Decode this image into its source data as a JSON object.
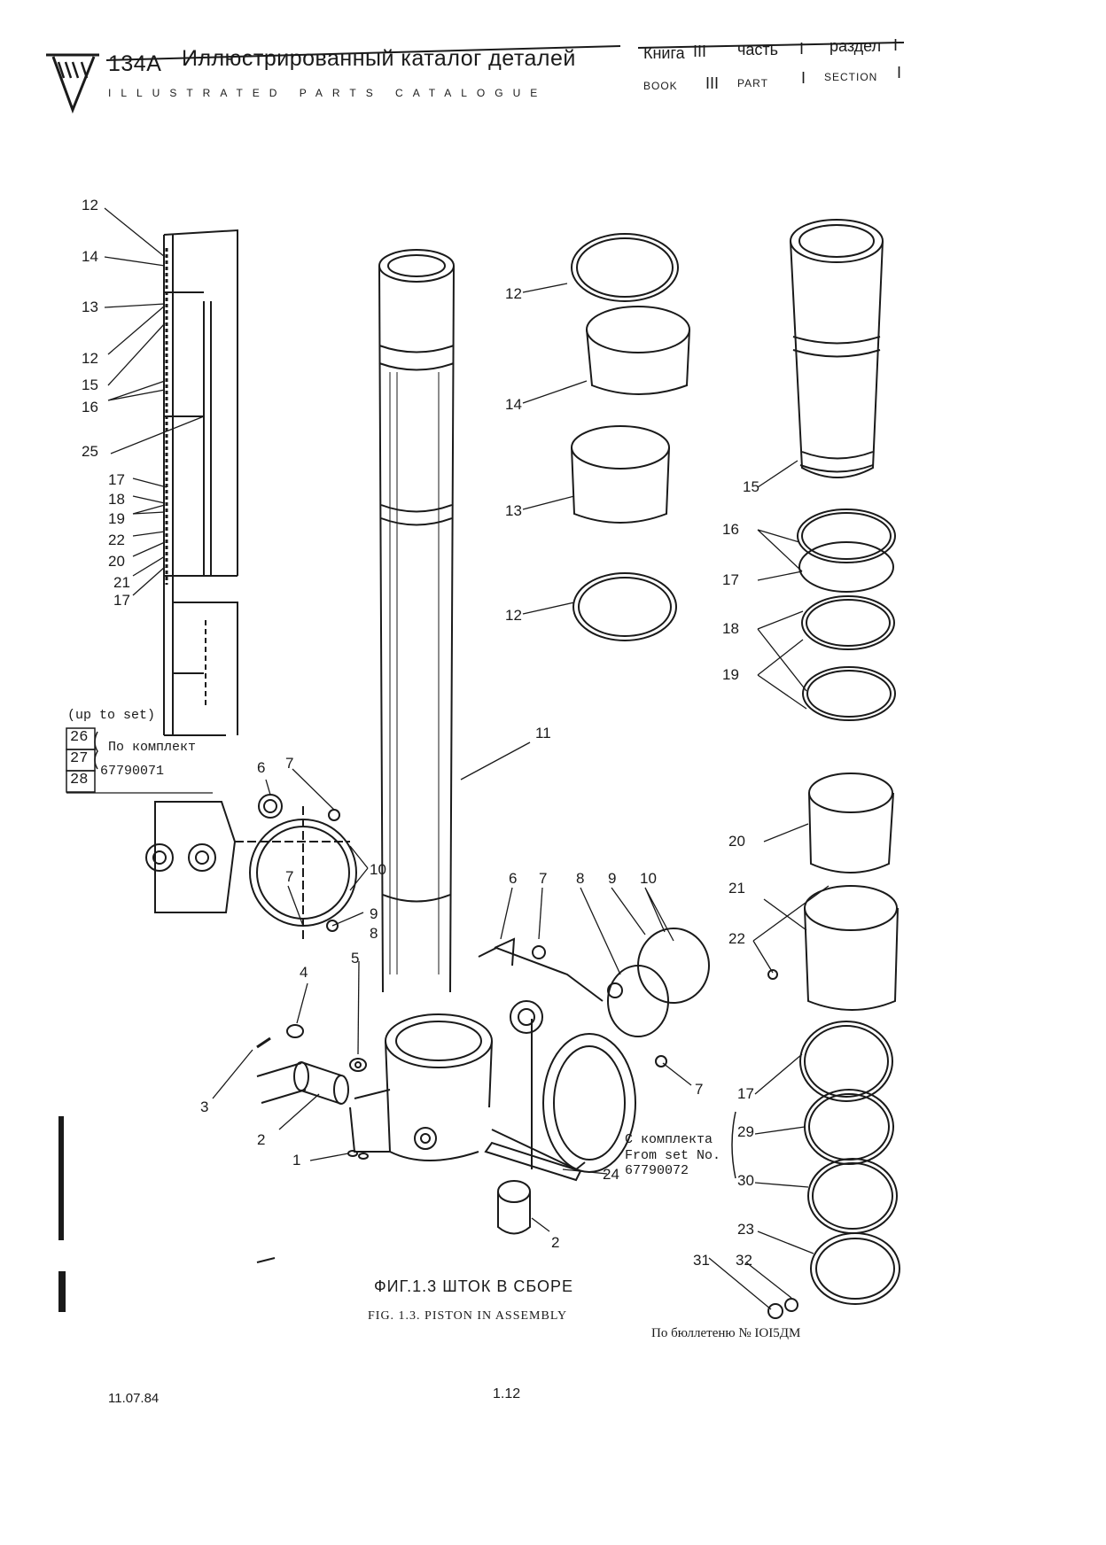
{
  "header": {
    "model": "134A",
    "title_ru": "Иллюстрированный каталог деталей",
    "title_en": "ILLUSTRATED PARTS CATALOGUE",
    "book_ru": "Книга",
    "book_no": "III",
    "part_ru": "часть",
    "part_no": "I",
    "section_ru": "раздел",
    "section_no": "I",
    "book_en": "BOOK",
    "part_en": "PART",
    "section_en": "SECTION"
  },
  "figure": {
    "caption_ru": "ФИГ.1.3  ШТОК  В  СБОРЕ",
    "caption_en": "FIG. 1.3. PISTON IN ASSEMBLY",
    "bulletin": "По бюллетеню № IOI5ДМ"
  },
  "notes": {
    "up_to_set": "(up to set)",
    "po_komplekt": "По комплект",
    "set_number_up_to": "67790071",
    "s_komplekta": "С комплекта",
    "from_set": "From set No.",
    "set_number_from": "67790072",
    "boxed_numbers": [
      "26",
      "27",
      "28"
    ]
  },
  "callouts": {
    "c12a": "12",
    "c14a": "14",
    "c13a": "13",
    "c12b": "12",
    "c15a": "15",
    "c16a": "16",
    "c25": "25",
    "c17a": "17",
    "c18a": "18",
    "c19a": "19",
    "c22a": "22",
    "c20a": "20",
    "c21a": "21",
    "c17b": "17",
    "c6a": "6",
    "c7a": "7",
    "c10a": "10",
    "c9a": "9",
    "c8a": "8",
    "c7b": "7",
    "c4": "4",
    "c5": "5",
    "c3": "3",
    "c2a": "2",
    "c1": "1",
    "c12c": "12",
    "c14b": "14",
    "c13b": "13",
    "c12d": "12",
    "c11": "11",
    "c6b": "6",
    "c7c": "7",
    "c8b": "8",
    "c9b": "9",
    "c10b": "10",
    "c7d": "7",
    "c24": "24",
    "c2b": "2",
    "c15b": "15",
    "c16b": "16",
    "c17c": "17",
    "c18b": "18",
    "c19b": "19",
    "c20b": "20",
    "c21b": "21",
    "c22b": "22",
    "c17d": "17",
    "c29": "29",
    "c30": "30",
    "c23": "23",
    "c31": "31",
    "c32": "32"
  },
  "footer": {
    "date": "11.07.84",
    "page": "1.12"
  }
}
